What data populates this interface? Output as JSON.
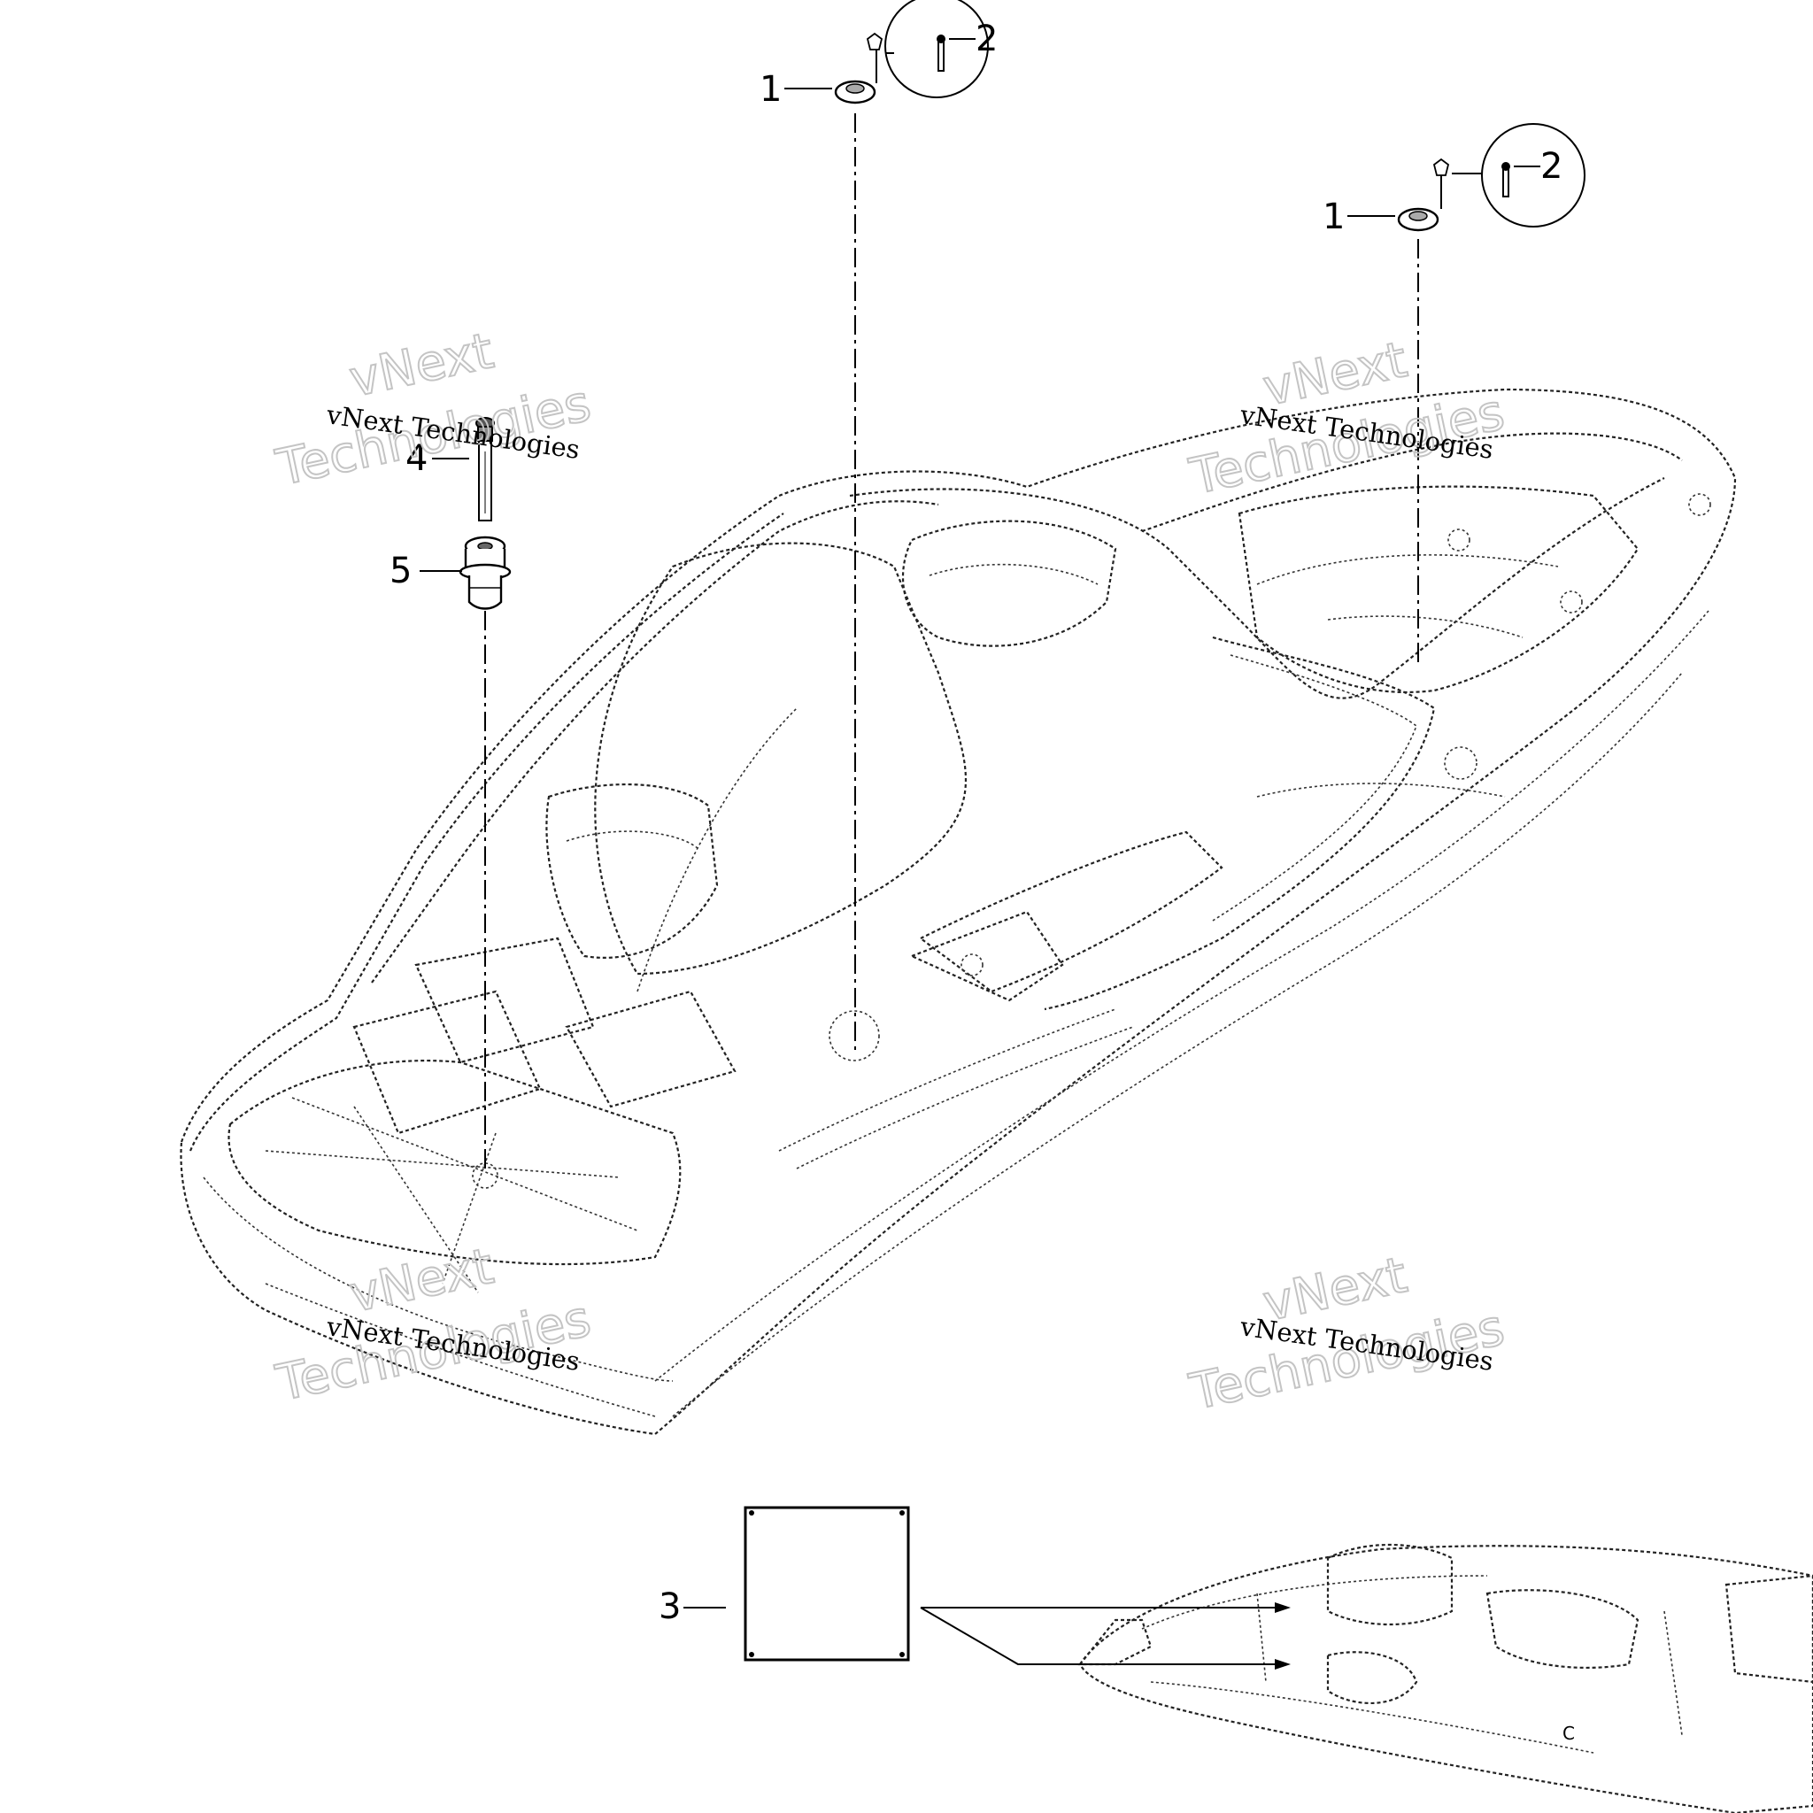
{
  "diagram": {
    "callouts": {
      "left_plug_cap": "1",
      "left_screw": "2",
      "right_plug_cap": "1",
      "right_screw": "2",
      "label_sheet": "3",
      "drain_bolt": "4",
      "drain_fitting": "5"
    },
    "watermark": {
      "company": "vNext Technologies",
      "word_top": "vNext",
      "word_bottom": "Technologies"
    }
  }
}
